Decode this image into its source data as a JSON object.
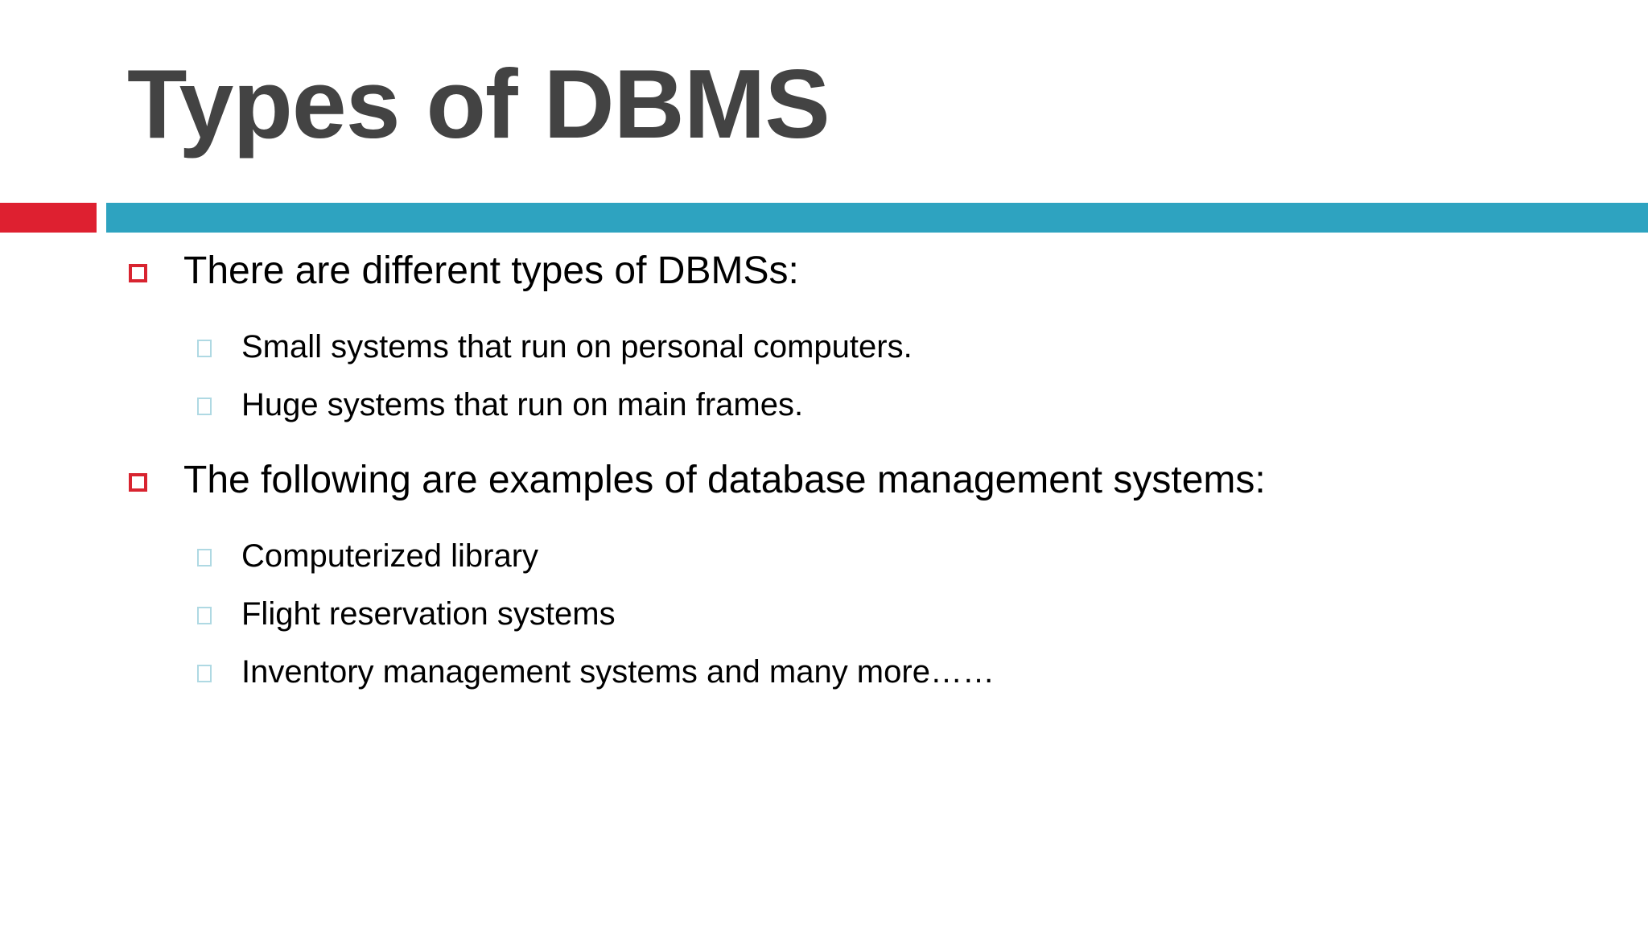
{
  "slide": {
    "title": "Types of DBMS",
    "title_color": "#434343",
    "background_color": "#ffffff",
    "divider": {
      "accent_block_color": "#DE2030",
      "bar_color": "#2EA3C0"
    },
    "bullet_markers": {
      "level1_square_color": "#D82430",
      "level2_square_color": "#AFD9E3",
      "level1_icon": "hollow-square-red",
      "level2_icon": "hollow-square-teal"
    },
    "body": [
      {
        "level": 1,
        "text": "There are different types of DBMSs:"
      },
      {
        "level": 2,
        "text": "Small systems that run on personal computers."
      },
      {
        "level": 2,
        "text": "Huge systems that run on main frames."
      },
      {
        "level": 1,
        "text": "The following are examples of database management systems:"
      },
      {
        "level": 2,
        "text": "Computerized library"
      },
      {
        "level": 2,
        "text": "Flight reservation systems"
      },
      {
        "level": 2,
        "text": "Inventory management systems and many more……"
      }
    ]
  }
}
